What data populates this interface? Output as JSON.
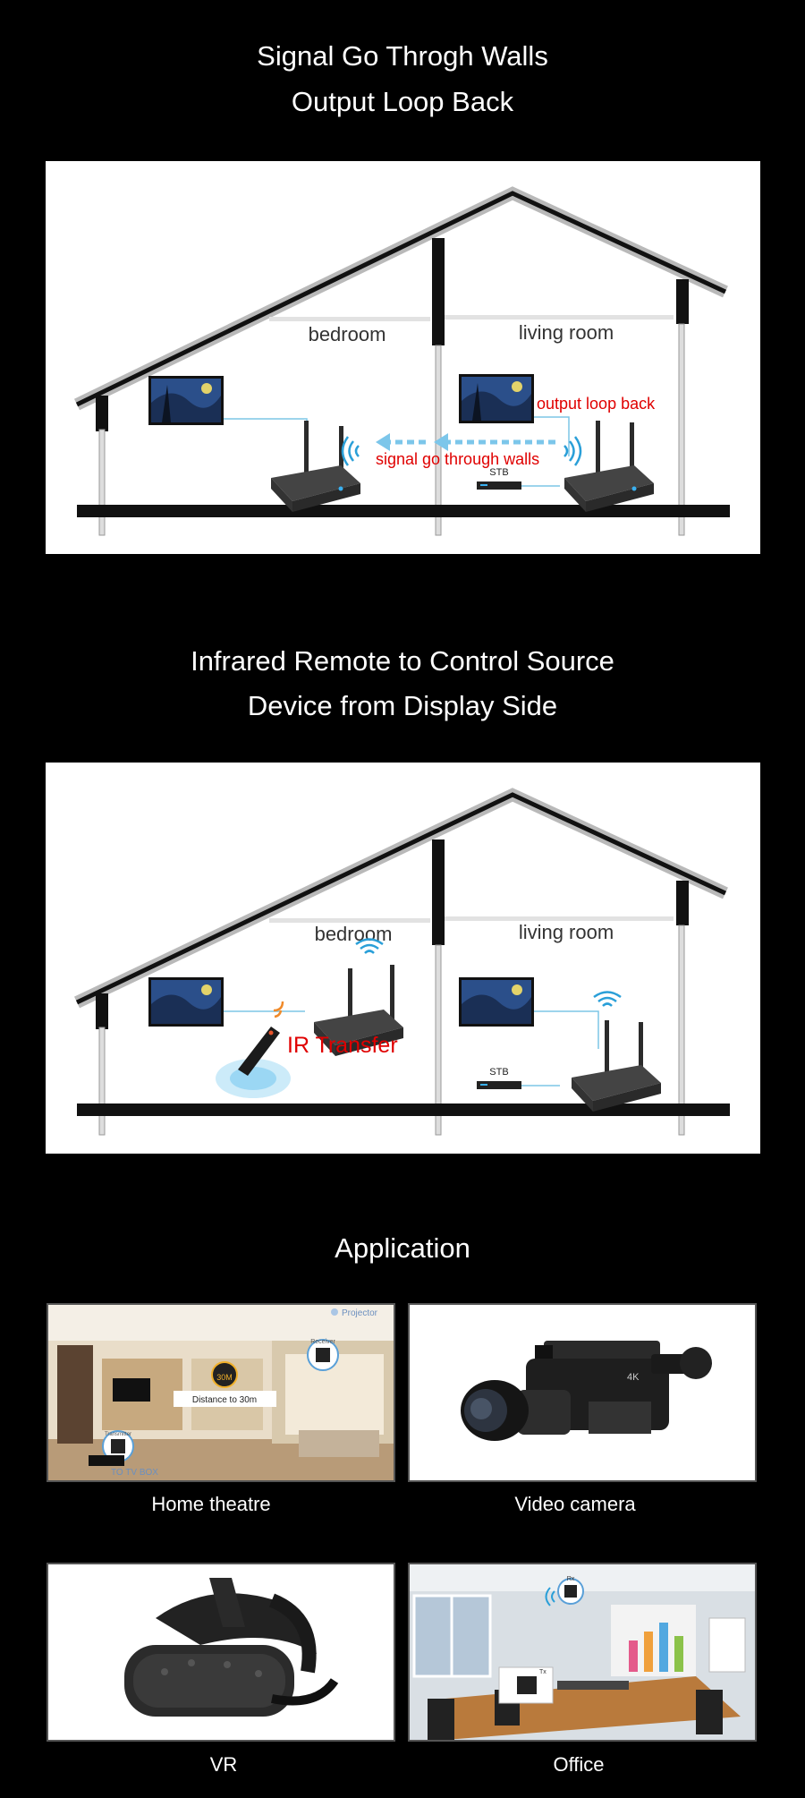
{
  "section1": {
    "title_line1": "Signal Go Throgh Walls",
    "title_line2": "Output Loop Back",
    "diagram": {
      "room_left": "bedroom",
      "room_right": "living room",
      "label_output_loop": "output loop back",
      "label_signal": "signal go through walls",
      "label_stb": "STB"
    }
  },
  "section2": {
    "title_line1": "Infrared Remote to Control Source",
    "title_line2": "Device from Display Side",
    "diagram": {
      "room_left": "bedroom",
      "room_right": "living room",
      "label_ir": "IR Transfer",
      "label_stb": "STB"
    }
  },
  "section3": {
    "title": "Application",
    "tiles": [
      {
        "caption": "Home theatre",
        "labels": {
          "projector": "Projector",
          "receiver": "Receiver",
          "distance": "Distance to 30m",
          "range_badge": "30M",
          "transmitter": "Transmitter",
          "tv_box": "TO TV BOX"
        }
      },
      {
        "caption": "Video camera",
        "labels": {
          "badge": "4K"
        }
      },
      {
        "caption": "VR"
      },
      {
        "caption": "Office",
        "labels": {
          "rx": "Rx",
          "tx": "Tx"
        }
      }
    ]
  },
  "colors": {
    "background": "#000000",
    "accent_red": "#e00000",
    "wifi_blue": "#2a9fd8",
    "device_gray": "#4a4a4a"
  }
}
